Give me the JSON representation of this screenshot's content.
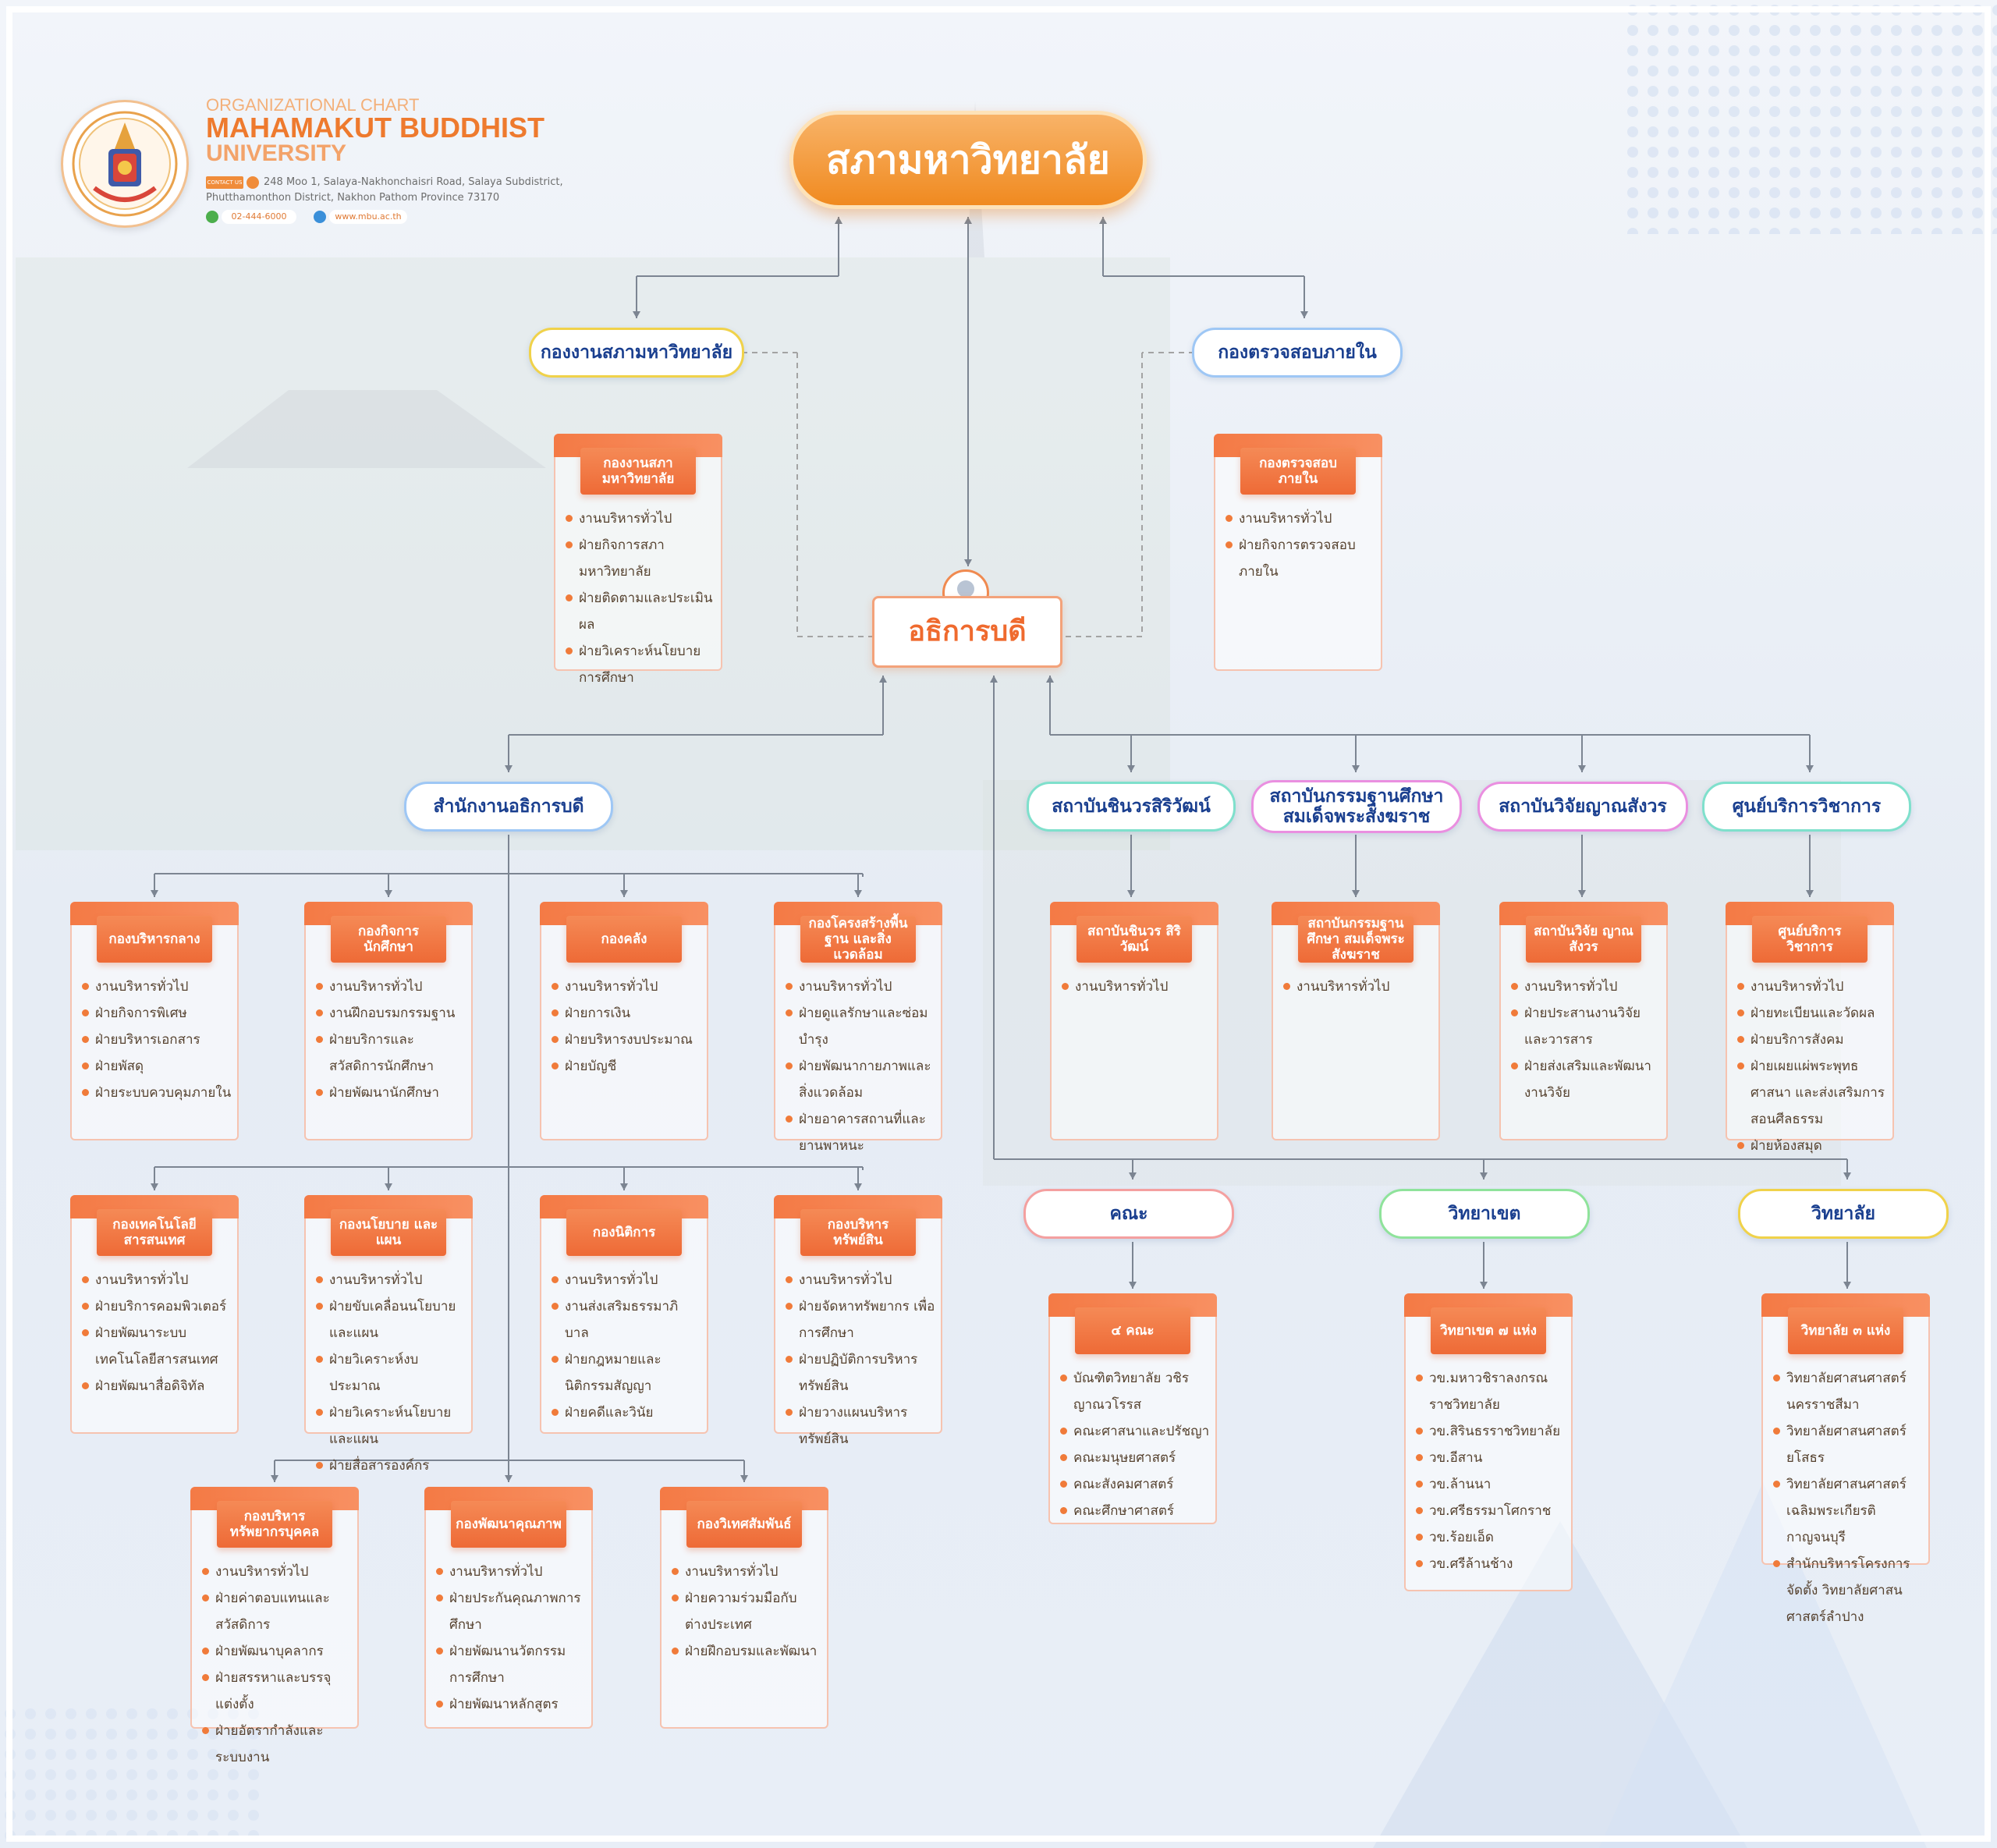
{
  "header": {
    "subtitle": "ORGANIZATIONAL CHART",
    "name_line1": "MAHAMAKUT BUDDHIST",
    "name_line2": "UNIVERSITY",
    "contact_tag": "CONTACT US",
    "address_line1": "248 Moo 1, Salaya-Nakhonchaisri Road, Salaya Subdistrict,",
    "address_line2": "Phutthamonthon District, Nakhon Pathom Province 73170",
    "phone": "02-444-6000",
    "website": "www.mbu.ac.th"
  },
  "colors": {
    "orange": "#f47a3c",
    "navy": "#1a3f8f",
    "blue_border": "#9ec7f5",
    "item_text": "#56422f"
  },
  "top": {
    "council": "สภามหาวิทยาลัย",
    "president": "อธิการบดี"
  },
  "pills": [
    {
      "key": "council_office",
      "label": "กองงานสภามหาวิทยาลัย",
      "border": "#f0d24a"
    },
    {
      "key": "internal_audit",
      "label": "กองตรวจสอบภายใน",
      "border": "#9ec7f5"
    },
    {
      "key": "president_office",
      "label": "สำนักงานอธิการบดี",
      "border": "#9ec7f5"
    },
    {
      "key": "chinaworn",
      "label": "สถาบันชินวรสิริวัฒน์",
      "border": "#7fe0cc"
    },
    {
      "key": "meditation",
      "label": "สถาบันกรรมฐานศึกษา สมเด็จพระสังฆราช",
      "border": "#ea8fe0"
    },
    {
      "key": "research",
      "label": "สถาบันวิจัยญาณสังวร",
      "border": "#ea8fe0"
    },
    {
      "key": "academic_service",
      "label": "ศูนย์บริการวิชาการ",
      "border": "#7fe0cc"
    },
    {
      "key": "faculty",
      "label": "คณะ",
      "border": "#f4a0a0"
    },
    {
      "key": "campus",
      "label": "วิทยาเขต",
      "border": "#8fe39b"
    },
    {
      "key": "college",
      "label": "วิทยาลัย",
      "border": "#f0d24a"
    }
  ],
  "cards": [
    {
      "title": "กองงานสภามหาวิทยาลัย",
      "items": [
        "งานบริหารทั่วไป",
        "ฝ่ายกิจการสภามหาวิทยาลัย",
        "ฝ่ายติดตามและประเมินผล",
        "ฝ่ายวิเคราะห์นโยบาย การศึกษา"
      ]
    },
    {
      "title": "กองตรวจสอบ ภายใน",
      "items": [
        "งานบริหารทั่วไป",
        "ฝ่ายกิจการตรวจสอบ ภายใน"
      ]
    },
    {
      "title": "กองบริหารกลาง",
      "items": [
        "งานบริหารทั่วไป",
        "ฝ่ายกิจการพิเศษ",
        "ฝ่ายบริหารเอกสาร",
        "ฝ่ายพัสดุ",
        "ฝ่ายระบบควบคุมภายใน"
      ]
    },
    {
      "title": "กองกิจการ นักศึกษา",
      "items": [
        "งานบริหารทั่วไป",
        "งานฝึกอบรมกรรมฐาน",
        "ฝ่ายบริการและ สวัสดิการนักศึกษา",
        "ฝ่ายพัฒนานักศึกษา"
      ]
    },
    {
      "title": "กองคลัง",
      "items": [
        "งานบริหารทั่วไป",
        "ฝ่ายการเงิน",
        "ฝ่ายบริหารงบประมาณ",
        "ฝ่ายบัญชี"
      ]
    },
    {
      "title": "กองโครงสร้างพื้นฐาน และสิ่งแวดล้อม",
      "items": [
        "งานบริหารทั่วไป",
        "ฝ่ายดูแลรักษาและซ่อมบำรุง",
        "ฝ่ายพัฒนากายภาพและ สิ่งแวดล้อม",
        "ฝ่ายอาคารสถานที่และ ยานพาหนะ"
      ]
    },
    {
      "title": "สถาบันชินวร สิริวัฒน์",
      "items": [
        "งานบริหารทั่วไป"
      ]
    },
    {
      "title": "สถาบันกรรมฐานศึกษา สมเด็จพระสังฆราช",
      "items": [
        "งานบริหารทั่วไป"
      ]
    },
    {
      "title": "สถาบันวิจัย ญาณสังวร",
      "items": [
        "งานบริหารทั่วไป",
        "ฝ่ายประสานงานวิจัย และวารสาร",
        "ฝ่ายส่งเสริมและพัฒนา งานวิจัย"
      ]
    },
    {
      "title": "ศูนย์บริการวิชาการ",
      "items": [
        "งานบริหารทั่วไป",
        "ฝ่ายทะเบียนและวัดผล",
        "ฝ่ายบริการสังคม",
        "ฝ่ายเผยแผ่พระพุทธศาสนา และส่งเสริมการสอนศีลธรรม",
        "ฝ่ายห้องสมุด"
      ]
    },
    {
      "title": "กองเทคโนโลยี สารสนเทศ",
      "items": [
        "งานบริหารทั่วไป",
        "ฝ่ายบริการคอมพิวเตอร์",
        "ฝ่ายพัฒนาระบบ เทคโนโลยีสารสนเทศ",
        "ฝ่ายพัฒนาสื่อดิจิทัล"
      ]
    },
    {
      "title": "กองนโยบาย และแผน",
      "items": [
        "งานบริหารทั่วไป",
        "ฝ่ายขับเคลื่อนนโยบาย และแผน",
        "ฝ่ายวิเคราะห์งบประมาณ",
        "ฝ่ายวิเคราะห์นโยบายและแผน",
        "ฝ่ายสื่อสารองค์กร"
      ]
    },
    {
      "title": "กองนิติการ",
      "items": [
        "งานบริหารทั่วไป",
        "งานส่งเสริมธรรมาภิบาล",
        "ฝ่ายกฎหมายและ นิติกรรมสัญญา",
        "ฝ่ายคดีและวินัย"
      ]
    },
    {
      "title": "กองบริหารทรัพย์สิน",
      "items": [
        "งานบริหารทั่วไป",
        "ฝ่ายจัดหาทรัพยากร เพื่อการศึกษา",
        "ฝ่ายปฏิบัติการบริหาร ทรัพย์สิน",
        "ฝ่ายวางแผนบริหารทรัพย์สิน"
      ]
    },
    {
      "title": "กองบริหาร ทรัพยากรบุคคล",
      "items": [
        "งานบริหารทั่วไป",
        "ฝ่ายค่าตอบแทนและ สวัสดิการ",
        "ฝ่ายพัฒนาบุคลากร",
        "ฝ่ายสรรหาและบรรจุแต่งตั้ง",
        "ฝ่ายอัตรากำลังและระบบงาน"
      ]
    },
    {
      "title": "กองพัฒนาคุณภาพ",
      "items": [
        "งานบริหารทั่วไป",
        "ฝ่ายประกันคุณภาพการศึกษา",
        "ฝ่ายพัฒนานวัตกรรม การศึกษา",
        "ฝ่ายพัฒนาหลักสูตร"
      ]
    },
    {
      "title": "กองวิเทศสัมพันธ์",
      "items": [
        "งานบริหารทั่วไป",
        "ฝ่ายความร่วมมือกับ ต่างประเทศ",
        "ฝ่ายฝึกอบรมและพัฒนา"
      ]
    },
    {
      "title": "๔ คณะ",
      "items": [
        "บัณฑิตวิทยาลัย วชิรญาณวโรรส",
        "คณะศาสนาและปรัชญา",
        "คณะมนุษยศาสตร์",
        "คณะสังคมศาสตร์",
        "คณะศึกษาศาสตร์"
      ]
    },
    {
      "title": "วิทยาเขต ๗ แห่ง",
      "items": [
        "วข.มหาวชิราลงกรณ ราชวิทยาลัย",
        "วข.สิรินธรราชวิทยาลัย",
        "วข.อีสาน",
        "วข.ล้านนา",
        "วข.ศรีธรรมาโศกราช",
        "วข.ร้อยเอ็ด",
        "วข.ศรีล้านช้าง"
      ]
    },
    {
      "title": "วิทยาลัย ๓ แห่ง",
      "items": [
        "วิทยาลัยศาสนศาสตร์ นครราชสีมา",
        "วิทยาลัยศาสนศาสตร์ยโสธร",
        "วิทยาลัยศาสนศาสตร์ เฉลิมพระเกียรติกาญจนบุรี",
        "สำนักบริหารโครงการจัดตั้ง วิทยาลัยศาสนศาสตร์ลำปาง"
      ]
    }
  ]
}
